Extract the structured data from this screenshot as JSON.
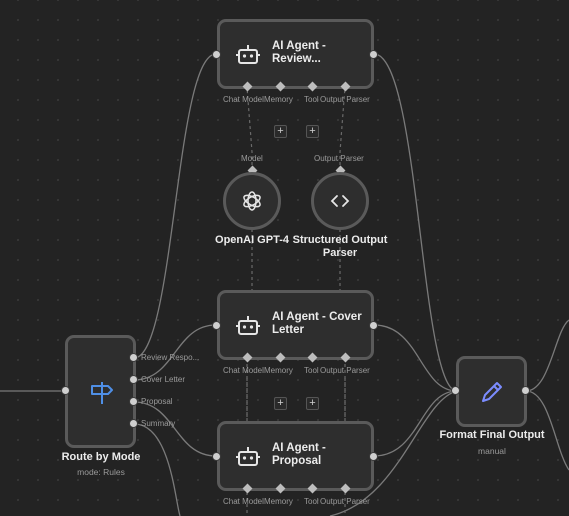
{
  "nodes": {
    "agent_review": {
      "title": "AI Agent - Review...",
      "ports": [
        "Chat Model",
        "Memory",
        "Tool",
        "Output Parser"
      ]
    },
    "openai": {
      "name": "OpenAI GPT-4",
      "port_label": "Model"
    },
    "parser": {
      "name": "Structured Output Parser",
      "port_label": "Output Parser"
    },
    "agent_cover": {
      "title": "AI Agent - Cover Letter",
      "ports": [
        "Chat Model",
        "Memory",
        "Tool",
        "Output Parser"
      ]
    },
    "agent_proposal": {
      "title": "AI Agent - Proposal",
      "ports": [
        "Chat Model",
        "Memory",
        "Tool",
        "Output Parser"
      ]
    },
    "router": {
      "name": "Route by Mode",
      "subtitle": "mode: Rules",
      "outputs": [
        "Review Respo...",
        "Cover Letter",
        "Proposal",
        "Summary"
      ]
    },
    "format": {
      "name": "Format Final Output",
      "subtitle": "manual"
    }
  },
  "add_button": "+",
  "colors": {
    "accent": "#7b8cff",
    "router_icon": "#4f8fe6",
    "wire": "#7a7a7a"
  }
}
